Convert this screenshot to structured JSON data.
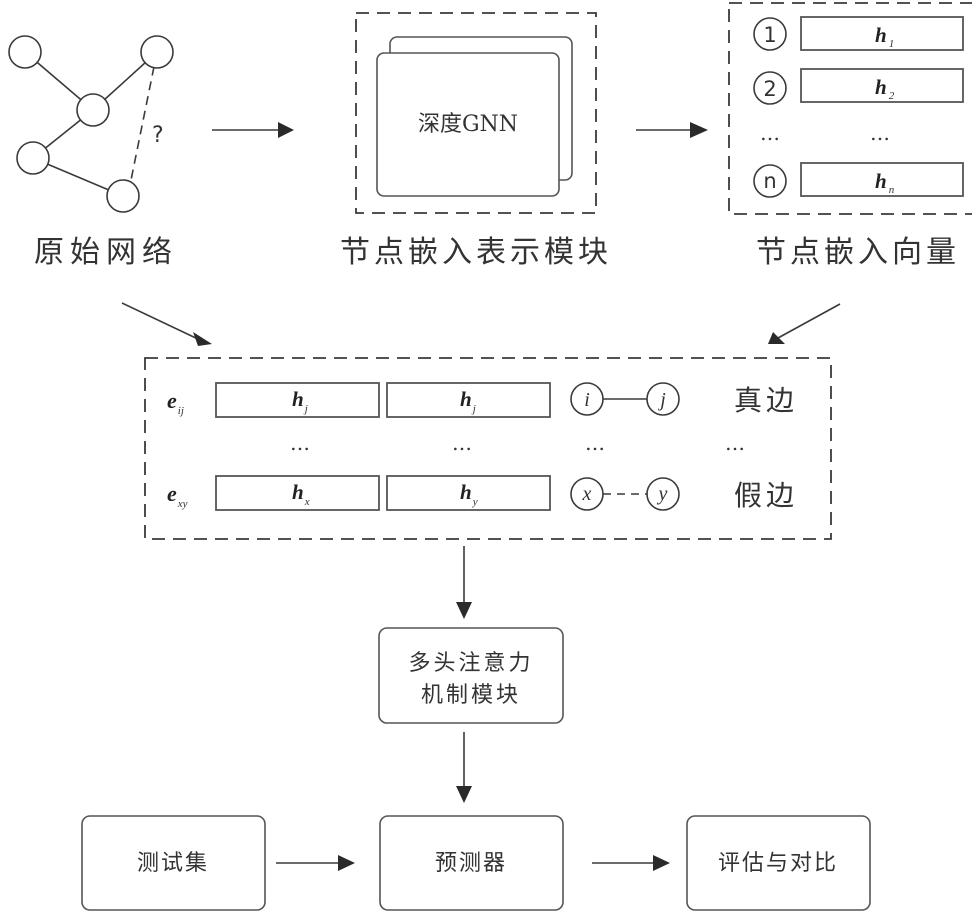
{
  "network": {
    "caption": "原始网络",
    "unknown_edge_label": "?"
  },
  "gnn_module": {
    "inner_label": "深度GNN",
    "caption": "节点嵌入表示模块"
  },
  "embedding_vectors": {
    "caption": "节点嵌入向量",
    "rows": [
      {
        "node": "1",
        "vector": "h",
        "sub": "1"
      },
      {
        "node": "2",
        "vector": "h",
        "sub": "2"
      },
      {
        "node": "n",
        "vector": "h",
        "sub": "n"
      }
    ],
    "ellipsis": "…"
  },
  "edge_samples": {
    "true_edge": {
      "label": "e",
      "label_sub": "ij",
      "vec1": "h",
      "vec1_sub": "j",
      "vec2": "h",
      "vec2_sub": "j",
      "node_a": "i",
      "node_b": "j",
      "type": "真边"
    },
    "fake_edge": {
      "label": "e",
      "label_sub": "xy",
      "vec1": "h",
      "vec1_sub": "x",
      "vec2": "h",
      "vec2_sub": "y",
      "node_a": "x",
      "node_b": "y",
      "type": "假边"
    },
    "ellipsis": "…"
  },
  "attention_module": {
    "line1": "多头注意力",
    "line2": "机制模块"
  },
  "bottom_row": {
    "test_set": "测试集",
    "predictor": "预测器",
    "evaluation": "评估与对比"
  }
}
